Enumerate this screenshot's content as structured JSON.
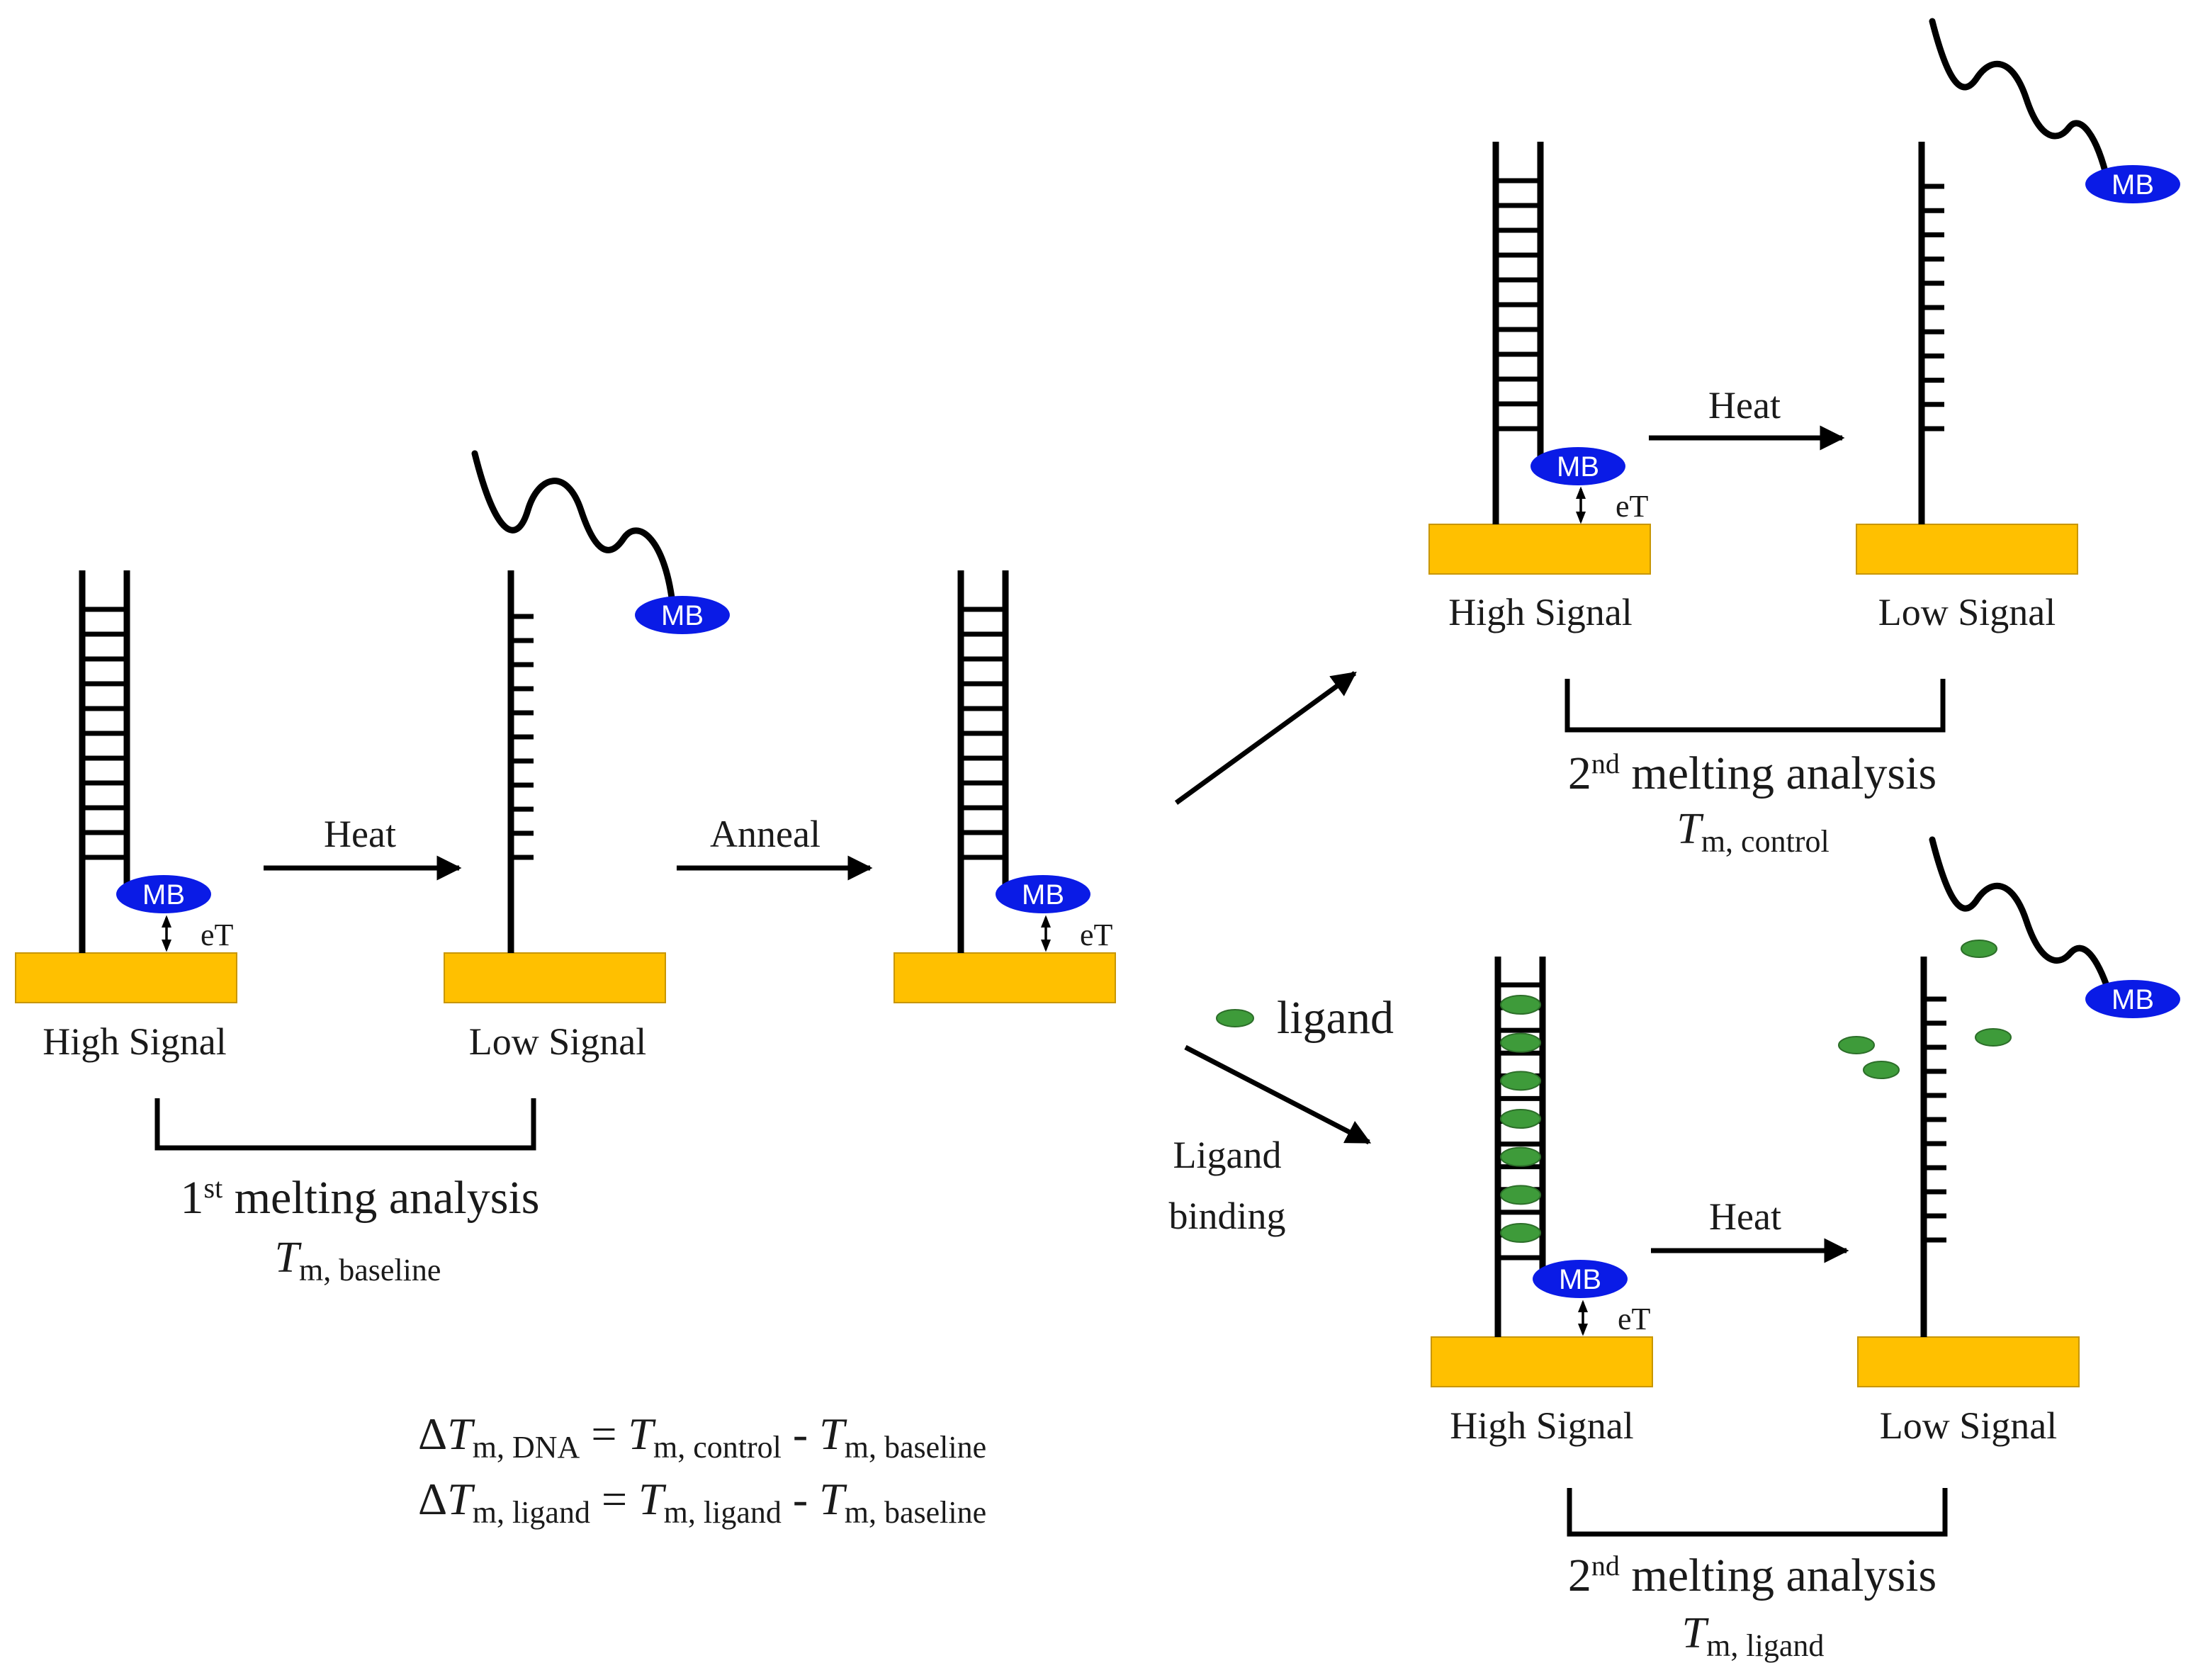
{
  "colors": {
    "electrode": "#FFC000",
    "electrode_border": "#C89600",
    "redox_tag": "#0A1BE6",
    "ligand": "#3E9B3A",
    "ink": "#000000"
  },
  "labels": {
    "high_signal": "High Signal",
    "low_signal": "Low Signal",
    "mb": "MB",
    "et": "eT",
    "heat": "Heat",
    "anneal": "Anneal",
    "ligand": "ligand",
    "ligand_binding_line1": "Ligand",
    "ligand_binding_line2": "binding"
  },
  "analyses": {
    "first": {
      "ordinal_num": "1",
      "ordinal_sup": "st",
      "text": " melting analysis",
      "tm_symbol": "T",
      "tm_sub": "m, baseline"
    },
    "second_control": {
      "ordinal_num": "2",
      "ordinal_sup": "nd",
      "text": " melting analysis",
      "tm_symbol": "T",
      "tm_sub": "m, control"
    },
    "second_ligand": {
      "ordinal_num": "2",
      "ordinal_sup": "nd",
      "text": " melting analysis",
      "tm_symbol": "T",
      "tm_sub": "m, ligand"
    }
  },
  "equations": {
    "dna": {
      "delta": "Δ",
      "lhs_symbol": "T",
      "lhs_sub": "m, DNA",
      "equals": " = ",
      "a_symbol": "T",
      "a_sub": "m, control",
      "minus": " - ",
      "b_symbol": "T",
      "b_sub": "m, baseline"
    },
    "ligand": {
      "delta": "Δ",
      "lhs_symbol": "T",
      "lhs_sub": "m, ligand",
      "equals": " = ",
      "a_symbol": "T",
      "a_sub": "m, ligand",
      "minus": " - ",
      "b_symbol": "T",
      "b_sub": "m, baseline"
    }
  }
}
